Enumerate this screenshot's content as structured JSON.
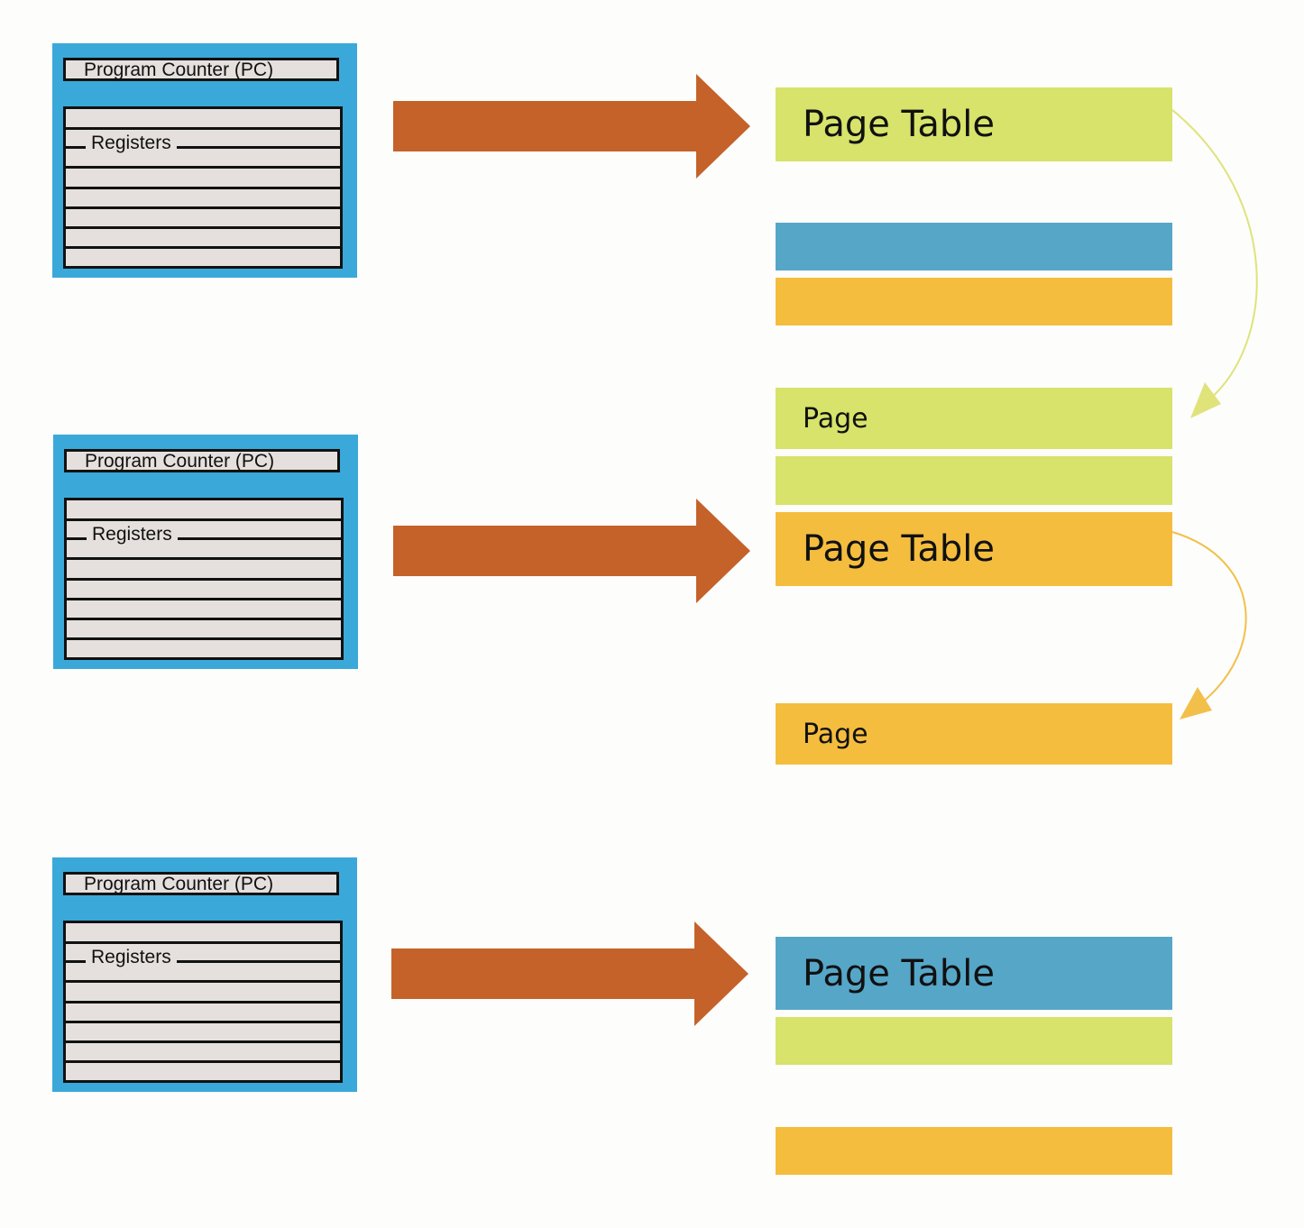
{
  "processes": [
    {
      "pc_label": "Program Counter (PC)",
      "registers_label": "Registers"
    },
    {
      "pc_label": "Program Counter (PC)",
      "registers_label": "Registers"
    },
    {
      "pc_label": "Program Counter (PC)",
      "registers_label": "Registers"
    }
  ],
  "memory": {
    "page_table_1": "Page Table",
    "page_1": "Page",
    "page_table_2": "Page Table",
    "page_2": "Page",
    "page_table_3": "Page Table"
  },
  "colors": {
    "cpu_box": "#3aa9d9",
    "register_fill": "#e5e0dd",
    "arrow": "#c4622a",
    "green": "#d7e36a",
    "blue": "#56a6c8",
    "orange": "#f4bd3e"
  }
}
